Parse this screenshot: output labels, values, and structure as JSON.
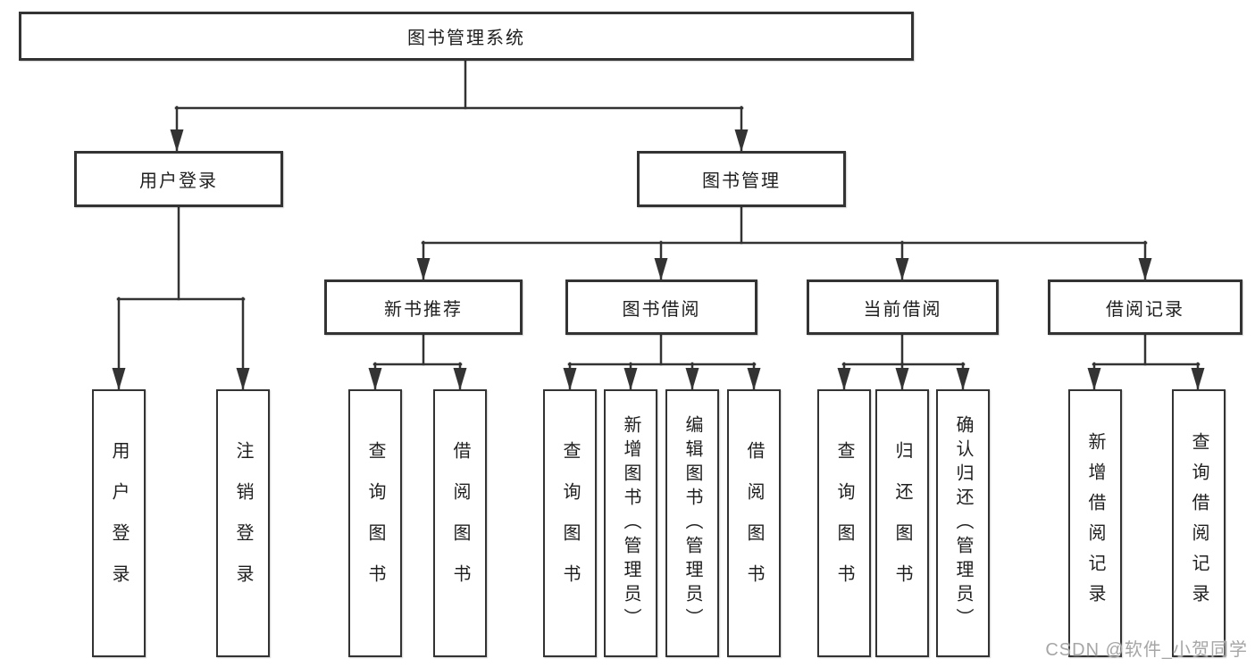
{
  "root": {
    "label": "图书管理系统"
  },
  "branches": [
    {
      "label": "用户登录"
    },
    {
      "label": "图书管理"
    }
  ],
  "modules": [
    {
      "label": "新书推荐"
    },
    {
      "label": "图书借阅"
    },
    {
      "label": "当前借阅"
    },
    {
      "label": "借阅记录"
    }
  ],
  "leaves": [
    {
      "label": "用户登录"
    },
    {
      "label": "注销登录"
    },
    {
      "label": "查询图书"
    },
    {
      "label": "借阅图书"
    },
    {
      "label": "查询图书"
    },
    {
      "label": "新增图书（管理员）"
    },
    {
      "label": "编辑图书（管理员）"
    },
    {
      "label": "借阅图书"
    },
    {
      "label": "查询图书"
    },
    {
      "label": "归还图书"
    },
    {
      "label": "确认归还（管理员）"
    },
    {
      "label": "新增借阅记录"
    },
    {
      "label": "查询借阅记录"
    }
  ],
  "watermark": "CSDN @软件_小贺同学",
  "colors": {
    "line": "#333333",
    "text": "#1f1f1f",
    "watermark": "#a6a6a6",
    "background": "#ffffff"
  }
}
